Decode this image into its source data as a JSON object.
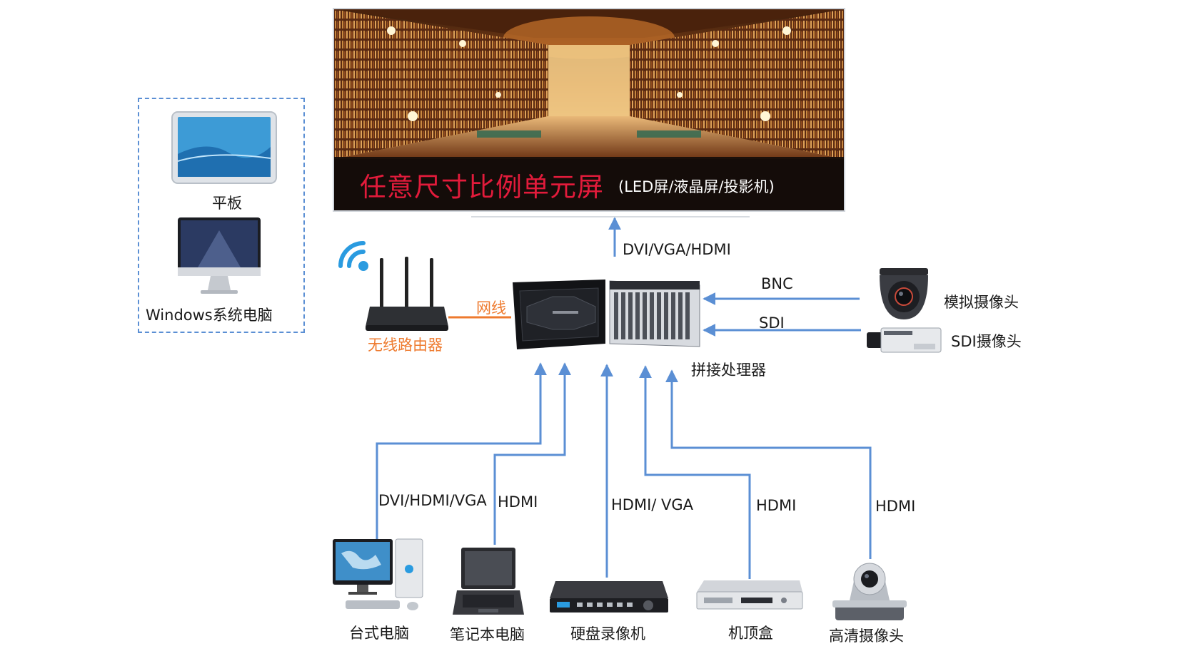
{
  "display": {
    "caption_main": "任意尺寸比例单元屏",
    "caption_sub": "(LED屏/液晶屏/投影机)"
  },
  "labels": {
    "dvi_vga_hdmi": "DVI/VGA/HDMI",
    "bnc": "BNC",
    "sdi": "SDI",
    "network_cable": "网线",
    "processor": "拼接处理器",
    "dvi_hdmi_vga": "DVI/HDMI/VGA",
    "hdmi_laptop": "HDMI",
    "hdmi_vga_dvr": "HDMI/ VGA",
    "hdmi_stb": "HDMI",
    "hdmi_camera": "HDMI"
  },
  "devices": {
    "tablet": "平板",
    "windows_pc": "Windows系统电脑",
    "router": "无线路由器",
    "analog_camera": "模拟摄像头",
    "sdi_camera": "SDI摄像头",
    "desktop": "台式电脑",
    "laptop": "笔记本电脑",
    "dvr": "硬盘录像机",
    "set_top_box": "机顶盒",
    "hd_camera": "高清摄像头"
  },
  "colors": {
    "line": "#5b8fd4",
    "network": "#ee7a2e",
    "caption_main": "#e21b3b"
  }
}
